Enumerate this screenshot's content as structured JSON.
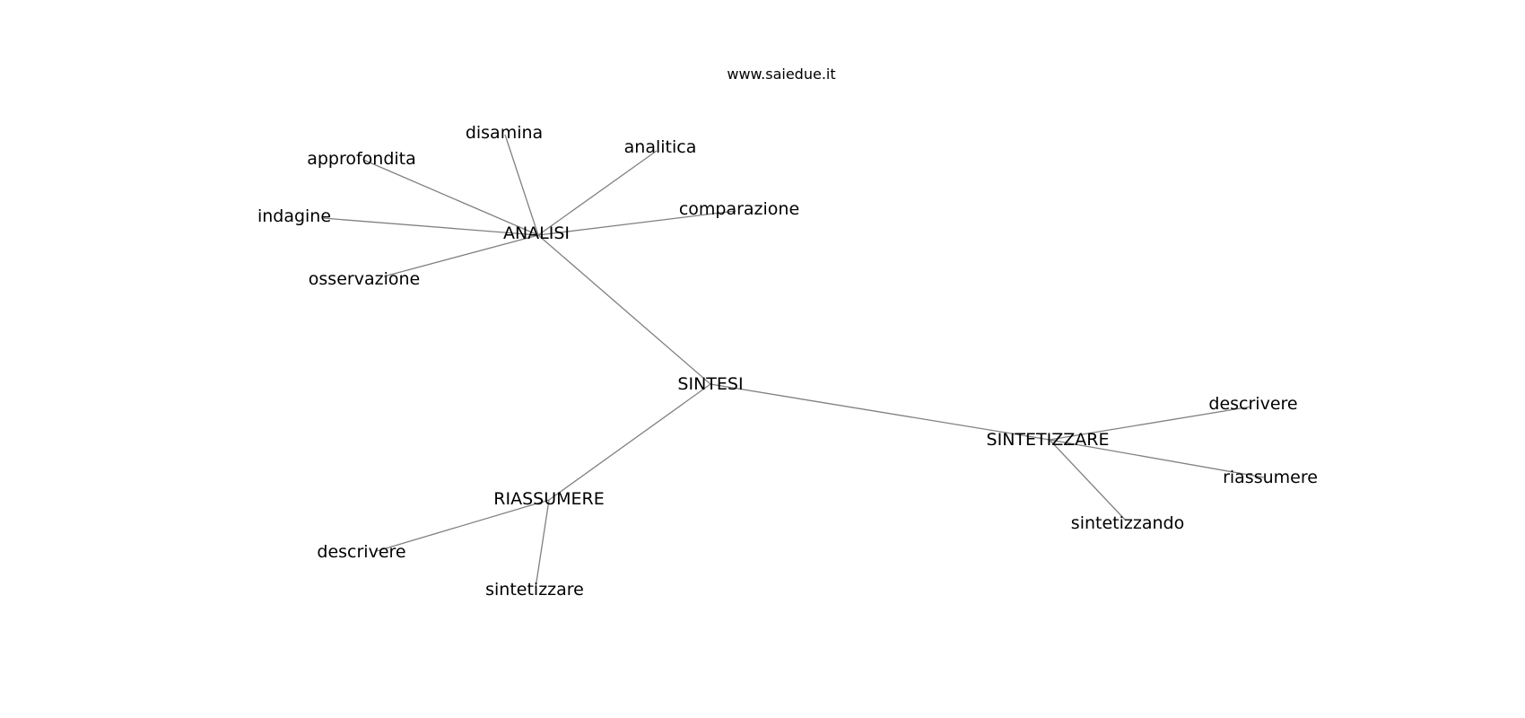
{
  "header": {
    "site": "www.saiedue.it"
  },
  "graph": {
    "root": "n_sintesi",
    "nodes": [
      {
        "id": "n_sintesi",
        "label": "SINTESI"
      },
      {
        "id": "n_analisi",
        "label": "ANALISI"
      },
      {
        "id": "n_sintetizzare",
        "label": "SINTETIZZARE"
      },
      {
        "id": "n_riassumere",
        "label": "RIASSUMERE"
      },
      {
        "id": "n_disamina",
        "label": "disamina"
      },
      {
        "id": "n_analitica",
        "label": "analitica"
      },
      {
        "id": "n_approfondita",
        "label": "approfondita"
      },
      {
        "id": "n_comparazione",
        "label": "comparazione"
      },
      {
        "id": "n_indagine",
        "label": "indagine"
      },
      {
        "id": "n_osservazione",
        "label": "osservazione"
      },
      {
        "id": "n_descrivere_a",
        "label": "descrivere"
      },
      {
        "id": "n_riassumere_small",
        "label": "riassumere"
      },
      {
        "id": "n_sintetizzando",
        "label": "sintetizzando"
      },
      {
        "id": "n_descrivere_b",
        "label": "descrivere"
      },
      {
        "id": "n_sintetizzare_small",
        "label": "sintetizzare"
      }
    ],
    "edges": [
      [
        "n_sintesi",
        "n_analisi"
      ],
      [
        "n_sintesi",
        "n_sintetizzare"
      ],
      [
        "n_sintesi",
        "n_riassumere"
      ],
      [
        "n_analisi",
        "n_disamina"
      ],
      [
        "n_analisi",
        "n_analitica"
      ],
      [
        "n_analisi",
        "n_approfondita"
      ],
      [
        "n_analisi",
        "n_comparazione"
      ],
      [
        "n_analisi",
        "n_indagine"
      ],
      [
        "n_analisi",
        "n_osservazione"
      ],
      [
        "n_sintetizzare",
        "n_descrivere_a"
      ],
      [
        "n_sintetizzare",
        "n_riassumere_small"
      ],
      [
        "n_sintetizzare",
        "n_sintetizzando"
      ],
      [
        "n_riassumere",
        "n_descrivere_b"
      ],
      [
        "n_riassumere",
        "n_sintetizzare_small"
      ]
    ]
  }
}
